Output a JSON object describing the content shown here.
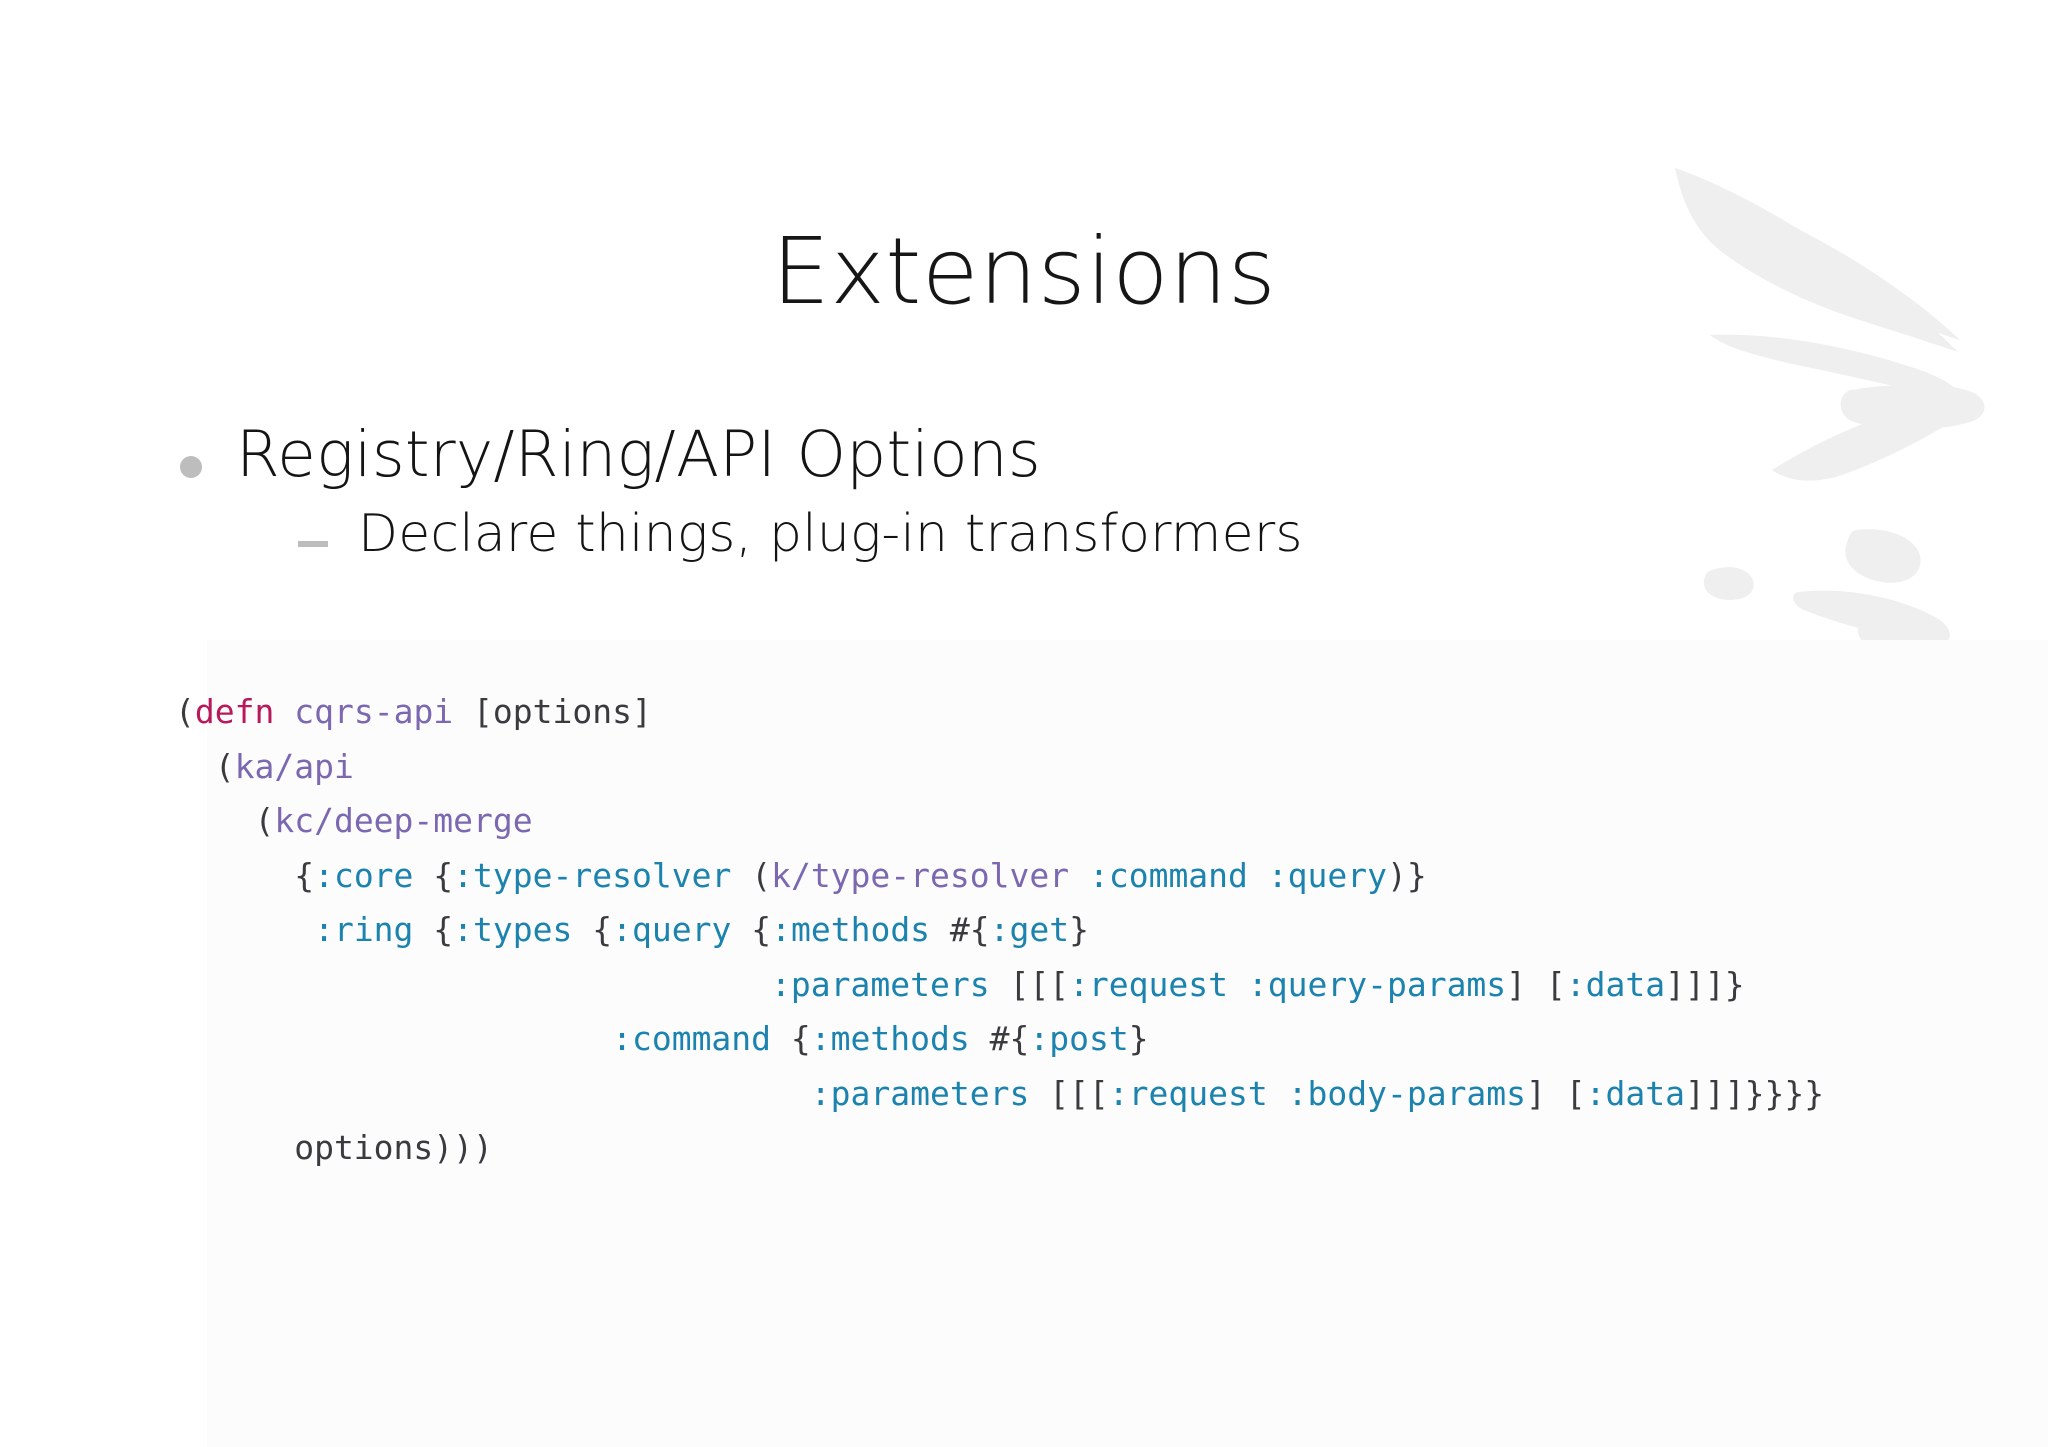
{
  "slide": {
    "title": "Extensions",
    "background_color": "#ffffff",
    "code_block_background": "#fcfcfd"
  },
  "bullets": [
    {
      "level": 1,
      "marker": "dot-bullet-icon",
      "text": "Registry/Ring/API Options"
    },
    {
      "level": 2,
      "marker": "dash-bullet-icon",
      "text": "Declare things, plug-in transformers"
    }
  ],
  "code": {
    "language": "clojure",
    "colors": {
      "punctuation": "#3b3b3f",
      "definition": "#b8195b",
      "symbol": "#7b68b0",
      "keyword": "#1b83ae",
      "plain": "#3b3b3f"
    },
    "plain_text": "(defn cqrs-api [options]\n  (ka/api\n    (kc/deep-merge\n      {:core {:type-resolver (k/type-resolver :command :query)}\n       :ring {:types {:query {:methods #{:get}\n                              :parameters [[[:request :query-params] [:data]]]}\n                      :command {:methods #{:post}\n                                :parameters [[[:request :body-params] [:data]]]}}}}\n      options)))",
    "lines": [
      [
        {
          "t": "(",
          "c": "punct"
        },
        {
          "t": "defn",
          "c": "def"
        },
        {
          "t": " ",
          "c": "plain"
        },
        {
          "t": "cqrs-api",
          "c": "sym"
        },
        {
          "t": " [options]",
          "c": "punct"
        }
      ],
      [
        {
          "t": "  (",
          "c": "punct"
        },
        {
          "t": "ka/api",
          "c": "sym"
        }
      ],
      [
        {
          "t": "    (",
          "c": "punct"
        },
        {
          "t": "kc/deep-merge",
          "c": "sym"
        }
      ],
      [
        {
          "t": "      {",
          "c": "punct"
        },
        {
          "t": ":core",
          "c": "kw"
        },
        {
          "t": " {",
          "c": "punct"
        },
        {
          "t": ":type-resolver",
          "c": "kw"
        },
        {
          "t": " (",
          "c": "punct"
        },
        {
          "t": "k/type-resolver",
          "c": "sym"
        },
        {
          "t": " ",
          "c": "plain"
        },
        {
          "t": ":command",
          "c": "kw"
        },
        {
          "t": " ",
          "c": "plain"
        },
        {
          "t": ":query",
          "c": "kw"
        },
        {
          "t": ")}",
          "c": "punct"
        }
      ],
      [
        {
          "t": "       ",
          "c": "plain"
        },
        {
          "t": ":ring",
          "c": "kw"
        },
        {
          "t": " {",
          "c": "punct"
        },
        {
          "t": ":types",
          "c": "kw"
        },
        {
          "t": " {",
          "c": "punct"
        },
        {
          "t": ":query",
          "c": "kw"
        },
        {
          "t": " {",
          "c": "punct"
        },
        {
          "t": ":methods",
          "c": "kw"
        },
        {
          "t": " #{",
          "c": "punct"
        },
        {
          "t": ":get",
          "c": "kw"
        },
        {
          "t": "}",
          "c": "punct"
        }
      ],
      [
        {
          "t": "                              ",
          "c": "plain"
        },
        {
          "t": ":parameters",
          "c": "kw"
        },
        {
          "t": " [[[",
          "c": "punct"
        },
        {
          "t": ":request",
          "c": "kw"
        },
        {
          "t": " ",
          "c": "plain"
        },
        {
          "t": ":query-params",
          "c": "kw"
        },
        {
          "t": "] [",
          "c": "punct"
        },
        {
          "t": ":data",
          "c": "kw"
        },
        {
          "t": "]]]}",
          "c": "punct"
        }
      ],
      [
        {
          "t": "                      ",
          "c": "plain"
        },
        {
          "t": ":command",
          "c": "kw"
        },
        {
          "t": " {",
          "c": "punct"
        },
        {
          "t": ":methods",
          "c": "kw"
        },
        {
          "t": " #{",
          "c": "punct"
        },
        {
          "t": ":post",
          "c": "kw"
        },
        {
          "t": "}",
          "c": "punct"
        }
      ],
      [
        {
          "t": "                                ",
          "c": "plain"
        },
        {
          "t": ":parameters",
          "c": "kw"
        },
        {
          "t": " [[[",
          "c": "punct"
        },
        {
          "t": ":request",
          "c": "kw"
        },
        {
          "t": " ",
          "c": "plain"
        },
        {
          "t": ":body-params",
          "c": "kw"
        },
        {
          "t": "] [",
          "c": "punct"
        },
        {
          "t": ":data",
          "c": "kw"
        },
        {
          "t": "]]]}}}}",
          "c": "punct"
        }
      ],
      [
        {
          "t": "      options)))",
          "c": "punct"
        }
      ]
    ]
  },
  "watermark": {
    "name": "calligraphy-brushstroke-watermark",
    "color": "#efefef"
  }
}
